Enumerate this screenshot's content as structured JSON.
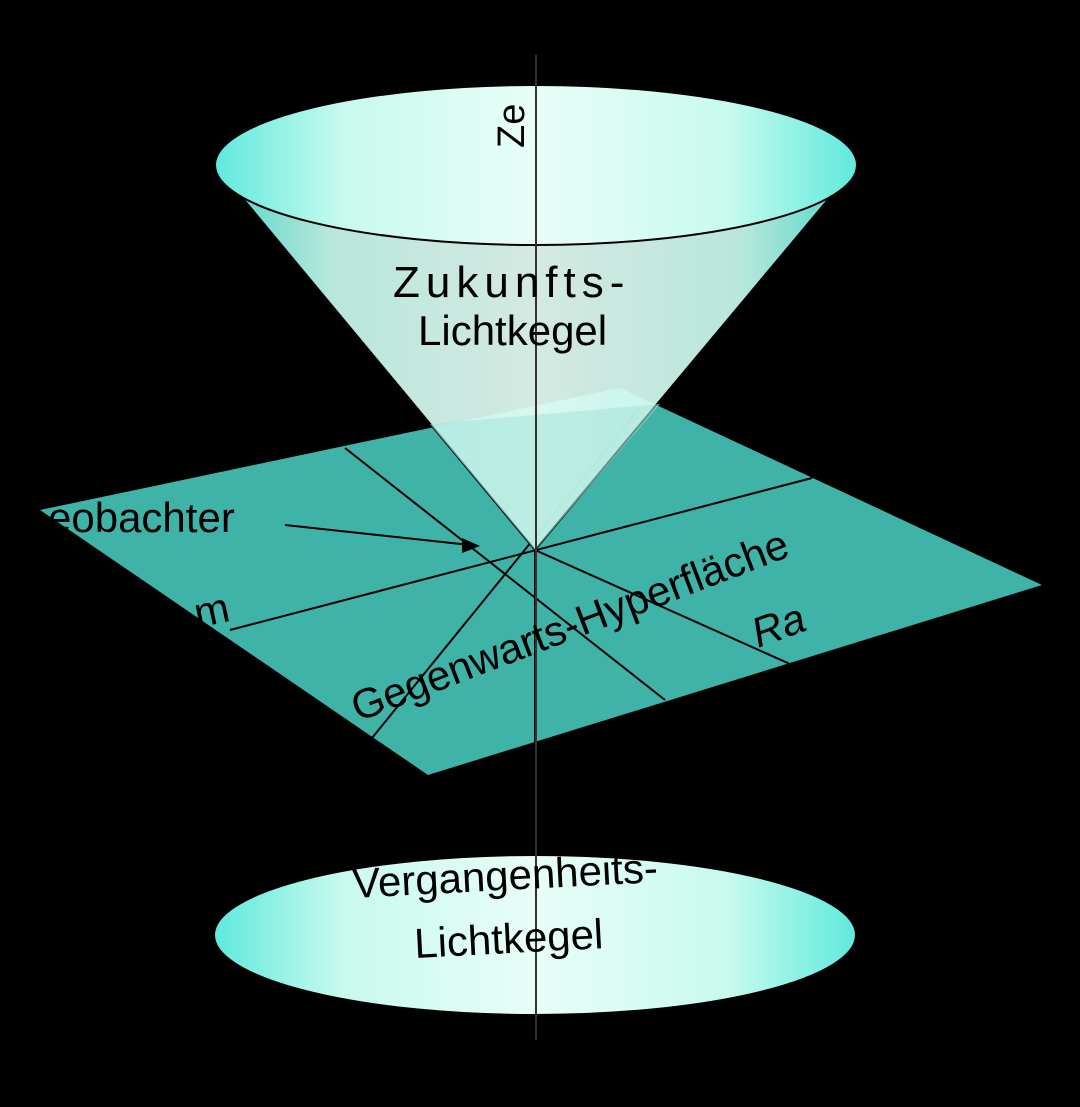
{
  "diagram": {
    "title": "",
    "labels": {
      "axis_top_symbol": "%",
      "axis_bottom_symbol": "%",
      "time_axis_fragment": "Ze",
      "future_cone_line1": "Zukunfts-",
      "future_cone_line2": "Lichtkegel",
      "observer": "eobachter",
      "space_fragment": "m",
      "hyperplane": "Gegenwarts-Hyperfläche",
      "space_axis_fragment": "Ra",
      "past_cone_line1": "Vergangenheits-",
      "past_cone_line2": "Lichtkegel"
    },
    "colors": {
      "background": "#000000",
      "cone_light": "#e6fdf6",
      "cone_edge": "#52e8dc",
      "plane": "#40b3a8",
      "lines": "#000000"
    }
  }
}
